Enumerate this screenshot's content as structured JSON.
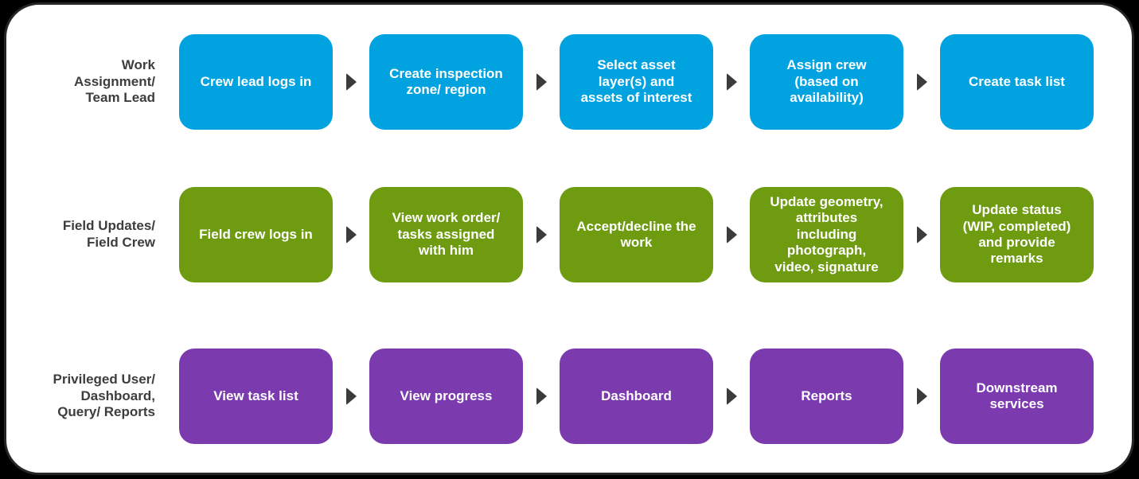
{
  "frame": {
    "page_background": "#000000",
    "panel_background": "#ffffff",
    "panel_border_color": "#262626"
  },
  "arrow": {
    "icon": "right-triangle-icon",
    "color": "#3b3b3b"
  },
  "lanes": [
    {
      "label": "Work\nAssignment/\nTeam Lead",
      "color": "#00A3E0",
      "steps": [
        "Crew lead logs in",
        "Create inspection\nzone/ region",
        "Select asset\nlayer(s) and\nassets of interest",
        "Assign crew\n(based on\navailability)",
        "Create task list"
      ]
    },
    {
      "label": "Field Updates/\nField Crew",
      "color": "#6E9B0F",
      "steps": [
        "Field crew logs in",
        "View work order/\ntasks assigned\nwith him",
        "Accept/decline the\nwork",
        "Update geometry,\nattributes\nincluding\nphotograph,\nvideo, signature",
        "Update status\n(WIP, completed)\nand provide\nremarks"
      ]
    },
    {
      "label": "Privileged User/\nDashboard,\nQuery/ Reports",
      "color": "#7B3AAE",
      "steps": [
        "View task list",
        "View progress",
        "Dashboard",
        "Reports",
        "Downstream\nservices"
      ]
    }
  ]
}
